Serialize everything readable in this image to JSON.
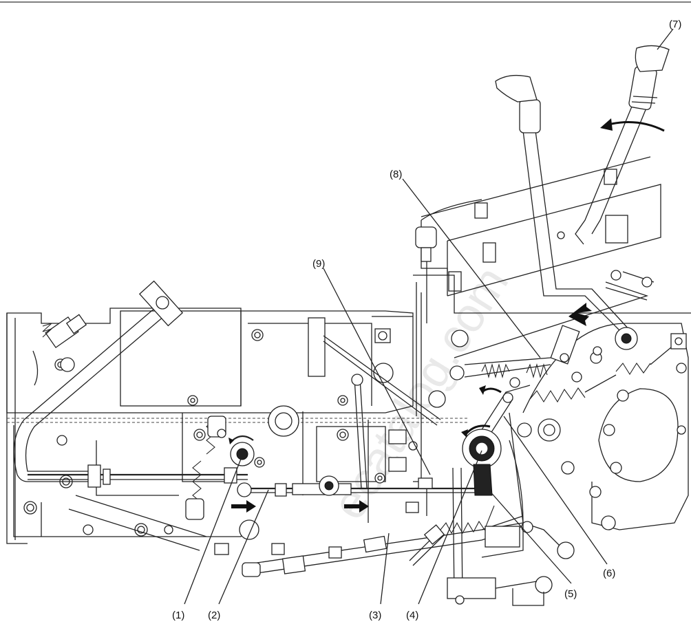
{
  "callouts": [
    {
      "id": "1",
      "text": "(1)"
    },
    {
      "id": "2",
      "text": "(2)"
    },
    {
      "id": "3",
      "text": "(3)"
    },
    {
      "id": "4",
      "text": "(4)"
    },
    {
      "id": "5",
      "text": "(5)"
    },
    {
      "id": "6",
      "text": "(6)"
    },
    {
      "id": "7",
      "text": "(7)"
    },
    {
      "id": "8",
      "text": "(8)"
    },
    {
      "id": "9",
      "text": "(9)"
    }
  ],
  "watermark": "ecatalog.com",
  "colors": {
    "line": "#222222",
    "background": "#ffffff",
    "watermark": "#d8d8d8"
  }
}
